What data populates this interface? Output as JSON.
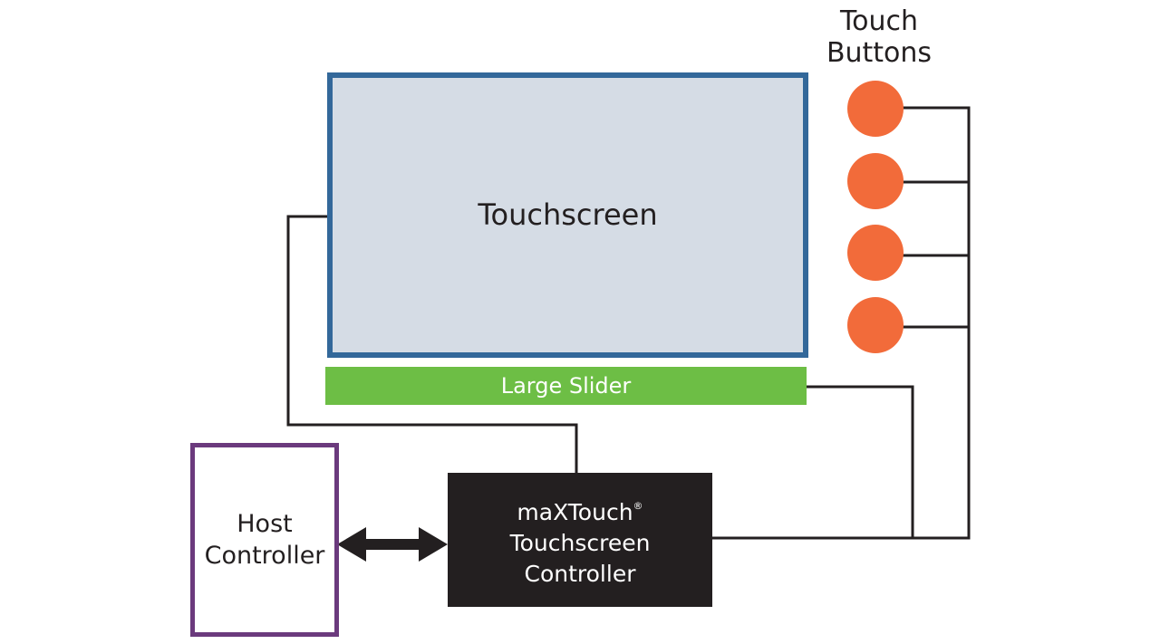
{
  "diagram": {
    "touchscreen": {
      "label": "Touchscreen",
      "fill": "#d5dce5",
      "border": "#33689a"
    },
    "slider": {
      "label": "Large Slider",
      "fill": "#6dbe45"
    },
    "touch_buttons": {
      "title_line1": "Touch",
      "title_line2": "Buttons",
      "count": 4,
      "fill": "#f26b3a"
    },
    "host_controller": {
      "line1": "Host",
      "line2": "Controller",
      "border": "#6b3a7d"
    },
    "touch_controller": {
      "line1": "maXTouch",
      "mark": "®",
      "line2": "Touchscreen",
      "line3": "Controller",
      "fill": "#231f20"
    },
    "connector_color": "#231f20"
  }
}
